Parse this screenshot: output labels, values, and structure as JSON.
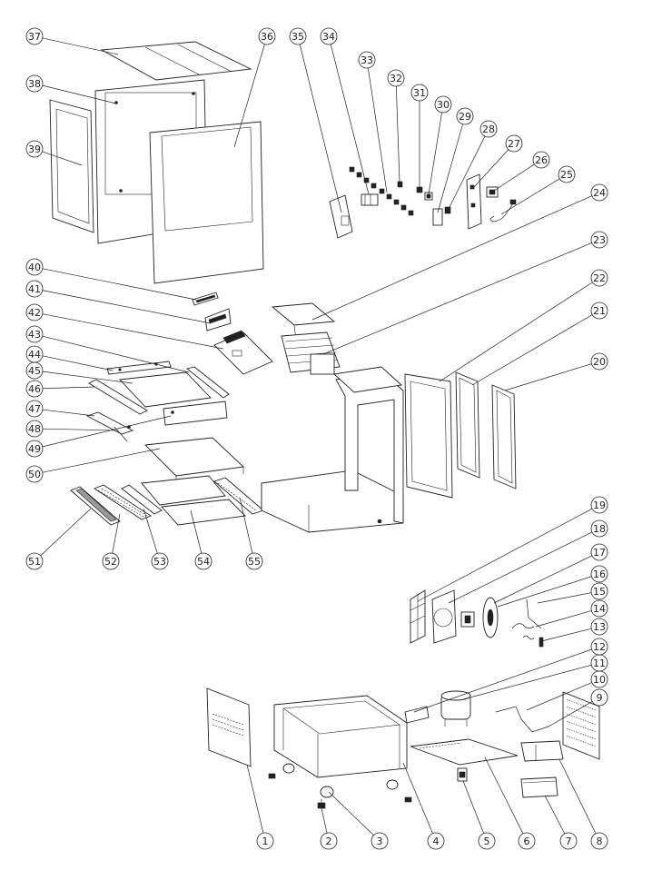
{
  "diagram": {
    "callouts": [
      "1",
      "2",
      "3",
      "4",
      "5",
      "6",
      "7",
      "8",
      "9",
      "10",
      "11",
      "12",
      "13",
      "14",
      "15",
      "16",
      "17",
      "18",
      "19",
      "20",
      "21",
      "22",
      "23",
      "24",
      "25",
      "26",
      "27",
      "28",
      "29",
      "30",
      "31",
      "32",
      "33",
      "34",
      "35",
      "36",
      "37",
      "38",
      "39",
      "40",
      "41",
      "42",
      "43",
      "44",
      "45",
      "46",
      "47",
      "48",
      "49",
      "50",
      "51",
      "52",
      "53",
      "54",
      "55"
    ]
  },
  "colors": {
    "line": "#222222",
    "background": "#ffffff",
    "shade": "#9a9a9a"
  }
}
